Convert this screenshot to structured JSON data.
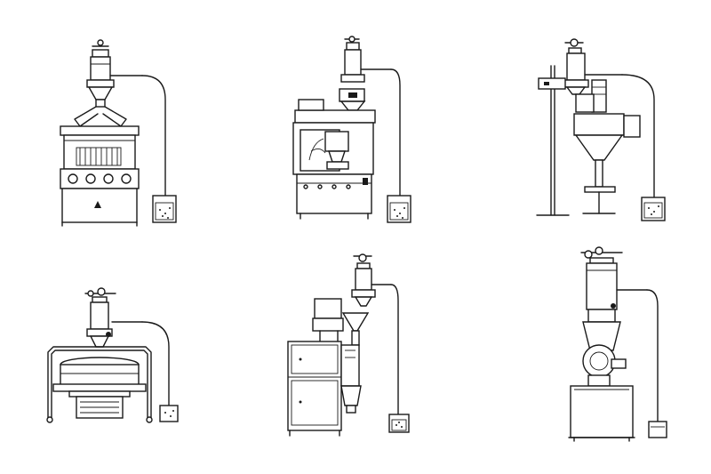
{
  "diagram": {
    "colors": {
      "line": "#1a1a1a",
      "background": "#ffffff"
    },
    "machines": [
      {
        "id": "tablet-press",
        "icon": "rotary-tablet-press-icon"
      },
      {
        "id": "capsule-filler",
        "icon": "capsule-filling-machine-icon"
      },
      {
        "id": "auger-filler",
        "icon": "auger-filling-machine-icon"
      },
      {
        "id": "vibrating-sieve",
        "icon": "vibrating-sieve-icon"
      },
      {
        "id": "packaging-machine",
        "icon": "packaging-machine-icon"
      },
      {
        "id": "crusher",
        "icon": "pulverizer-icon"
      }
    ]
  }
}
